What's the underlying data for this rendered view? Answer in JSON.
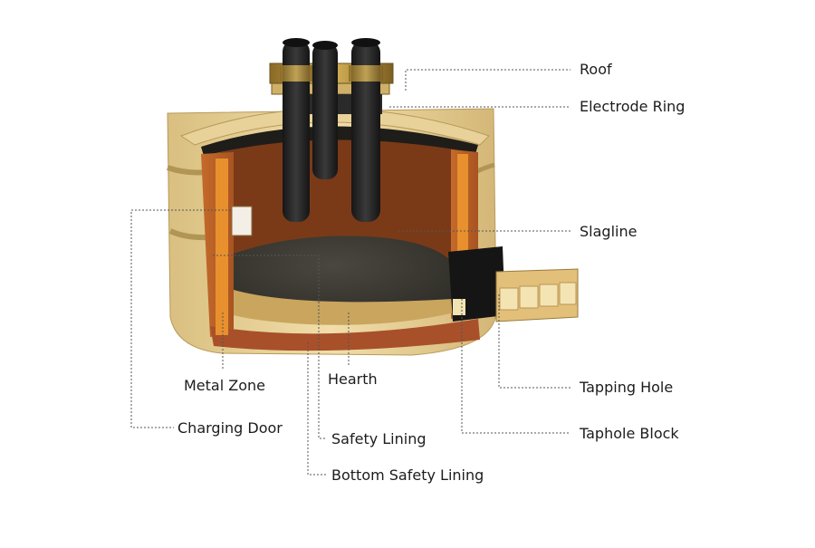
{
  "diagram": {
    "labels": {
      "roof": "Roof",
      "electrode_ring": "Electrode Ring",
      "slagline": "Slagline",
      "tapping_hole": "Tapping Hole",
      "taphole_block": "Taphole Block",
      "metal_zone": "Metal Zone",
      "hearth": "Hearth",
      "charging_door": "Charging Door",
      "safety_lining": "Safety Lining",
      "bottom_safety_lining": "Bottom Safety Lining"
    },
    "colors": {
      "outer_refractory": "#e6cf96",
      "copper_lining": "#b8652e",
      "slag_dark": "#3d3b33",
      "electrode": "#222222",
      "brass_ring": "#b08a3a",
      "leader_line": "#555555"
    }
  }
}
